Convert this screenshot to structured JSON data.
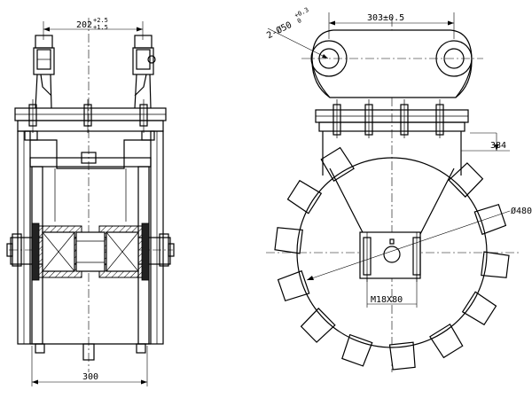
{
  "left_view": {
    "dim_top_nominal": "202",
    "dim_top_tol_upper": "+2.5",
    "dim_top_tol_lower": "+1.5",
    "dim_bottom": "300"
  },
  "right_view": {
    "dim_top": "303±0.5",
    "hole_callout": "2-Ø50",
    "hole_tol_upper": "+0.3",
    "hole_tol_lower": "0",
    "dim_side": "384",
    "dim_diameter": "Ø480",
    "bolt_callout": "M18X80"
  }
}
